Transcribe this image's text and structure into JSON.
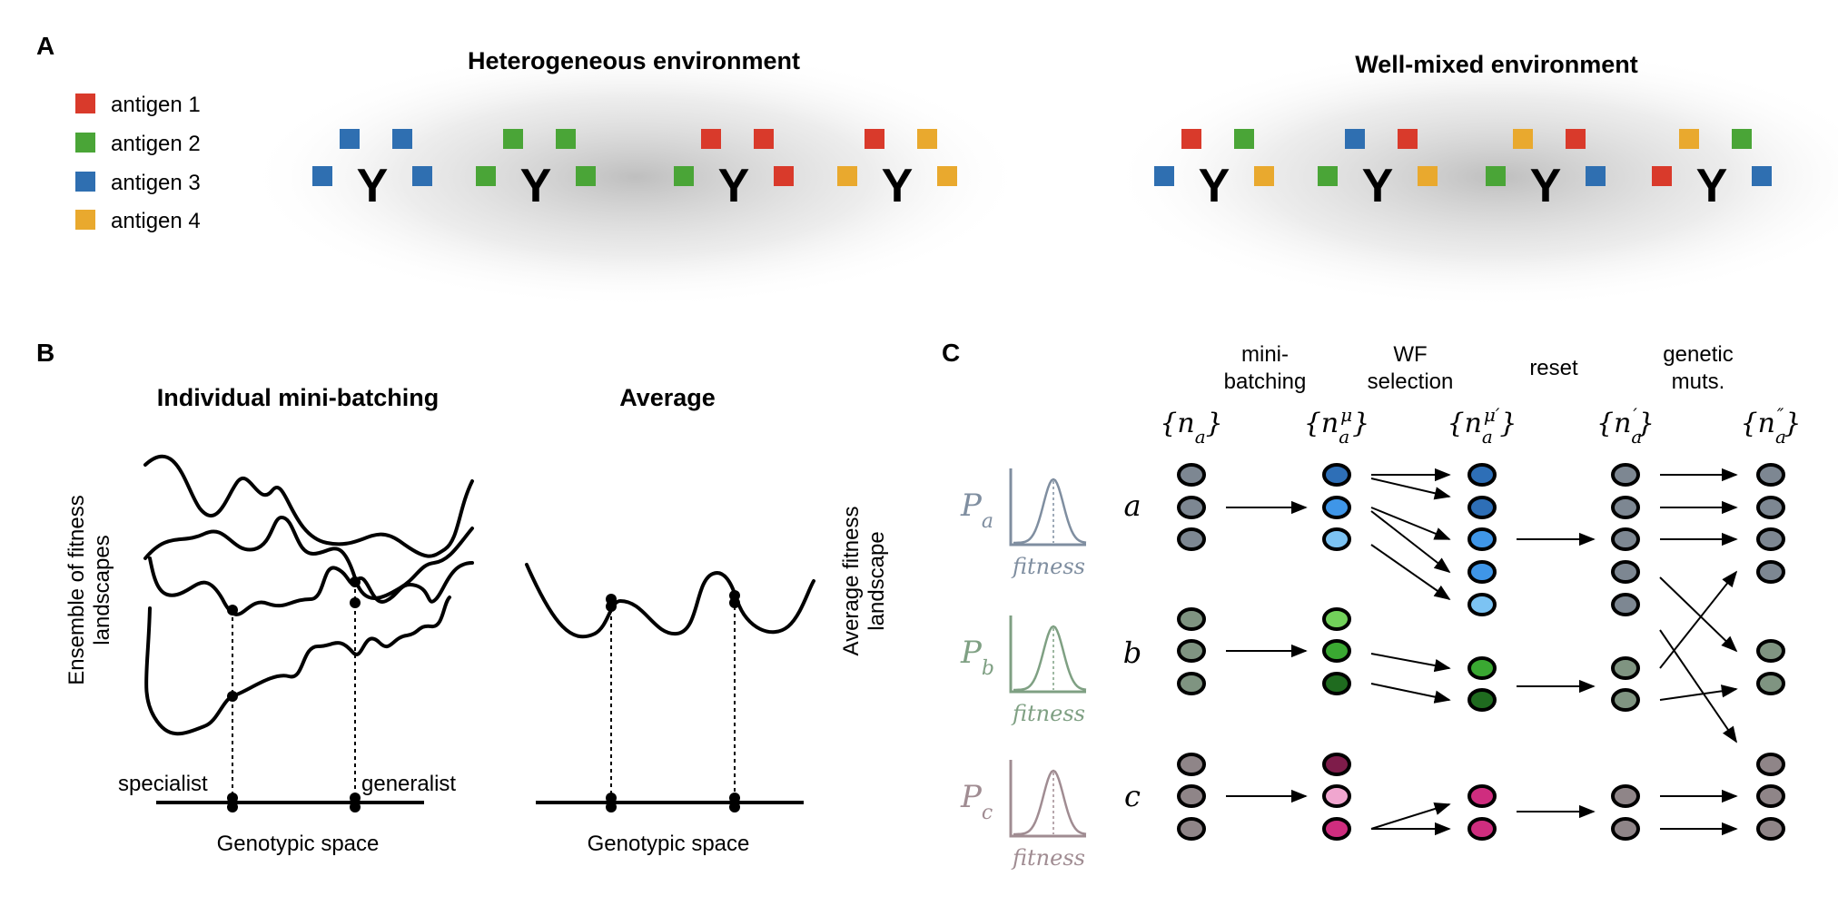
{
  "panel_a": {
    "letter": "A",
    "legend": [
      {
        "label": "antigen 1",
        "color": "#d93a2b"
      },
      {
        "label": "antigen 2",
        "color": "#4aa537"
      },
      {
        "label": "antigen 3",
        "color": "#2f6fb1"
      },
      {
        "label": "antigen 4",
        "color": "#e9a92e"
      }
    ],
    "heterogeneous_title": "Heterogeneous environment",
    "wellmixed_title": "Well-mixed environment",
    "antibody_glyph": "Y",
    "heterogeneous_groups": [
      [
        "#2f6fb1",
        "#2f6fb1",
        "#2f6fb1",
        "#2f6fb1"
      ],
      [
        "#4aa537",
        "#4aa537",
        "#4aa537",
        "#4aa537"
      ],
      [
        "#d93a2b",
        "#d93a2b",
        "#4aa537",
        "#d93a2b"
      ],
      [
        "#d93a2b",
        "#e9a92e",
        "#e9a92e",
        "#e9a92e"
      ]
    ],
    "wellmixed_groups": [
      [
        "#d93a2b",
        "#4aa537",
        "#2f6fb1",
        "#e9a92e"
      ],
      [
        "#2f6fb1",
        "#d93a2b",
        "#4aa537",
        "#e9a92e"
      ],
      [
        "#e9a92e",
        "#d93a2b",
        "#4aa537",
        "#2f6fb1"
      ],
      [
        "#e9a92e",
        "#4aa537",
        "#d93a2b",
        "#2f6fb1"
      ]
    ]
  },
  "panel_b": {
    "letter": "B",
    "left_title": "Individual mini-batching",
    "right_title": "Average",
    "left_ylabel_line1": "Ensemble of fitness",
    "left_ylabel_line2": "landscapes",
    "right_ylabel_line1": "Average fitness",
    "right_ylabel_line2": "landscape",
    "xlabel_left": "Genotypic space",
    "xlabel_right": "Genotypic space",
    "specialist": "specialist",
    "generalist": "generalist"
  },
  "panel_c": {
    "letter": "C",
    "steps": [
      {
        "line1": "mini-",
        "line2": "batching"
      },
      {
        "line1": "WF",
        "line2": "selection"
      },
      {
        "line1": "reset",
        "line2": ""
      },
      {
        "line1": "genetic",
        "line2": "muts."
      }
    ],
    "set_symbols": [
      "{n",
      "a",
      "}"
    ],
    "set_superscripts": [
      "",
      "μ",
      "μ′",
      "′",
      "″"
    ],
    "fitness_label": "fitness",
    "distributions": [
      {
        "P": "P",
        "sub": "a",
        "row": "a",
        "color": "#7f8ea0"
      },
      {
        "P": "P",
        "sub": "b",
        "row": "b",
        "color": "#7fa083"
      },
      {
        "P": "P",
        "sub": "c",
        "row": "c",
        "color": "#a08c92"
      }
    ],
    "node_colors": {
      "grey_a": "#7d8792",
      "grey_b": "#7f9481",
      "grey_c": "#8f8588",
      "blue_dark": "#2e6fb7",
      "blue_mid": "#3f96e8",
      "blue_light": "#7cc3f3",
      "green_light": "#72d15a",
      "green_mid": "#3aa832",
      "green_dark": "#1f6b1f",
      "pink_dark": "#7e1c4a",
      "pink_light": "#f0a6cf",
      "pink_mid": "#cf2d7f"
    }
  }
}
